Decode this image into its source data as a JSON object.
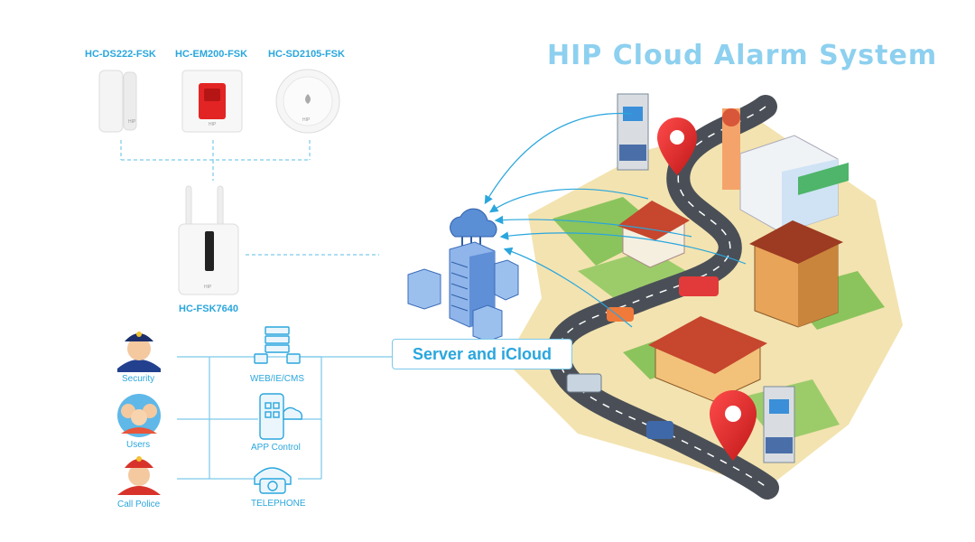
{
  "title": "HIP Cloud Alarm System",
  "devices": [
    {
      "name": "HC-DS222-FSK",
      "icon": "door-sensor-icon"
    },
    {
      "name": "HC-EM200-FSK",
      "icon": "emergency-button-icon"
    },
    {
      "name": "HC-SD2105-FSK",
      "icon": "smoke-detector-icon"
    }
  ],
  "device_brand": "HIP",
  "gateway": {
    "name": "HC-FSK7640",
    "icon": "alarm-gateway-icon"
  },
  "server_label": "Server and iCloud",
  "users": [
    {
      "label": "Security",
      "icon": "security-guard-icon"
    },
    {
      "label": "Users",
      "icon": "users-group-icon"
    },
    {
      "label": "Call Police",
      "icon": "firefighter-icon"
    }
  ],
  "channels": [
    {
      "label": "WEB/IE/CMS",
      "icon": "server-network-icon"
    },
    {
      "label": "APP Control",
      "icon": "smartphone-app-icon"
    },
    {
      "label": "TELEPHONE",
      "icon": "telephone-icon"
    }
  ],
  "colors": {
    "accent": "#2aa6dd",
    "title": "#8dd0ef",
    "road": "#4a4f57",
    "ground": "#f3e3b0"
  }
}
